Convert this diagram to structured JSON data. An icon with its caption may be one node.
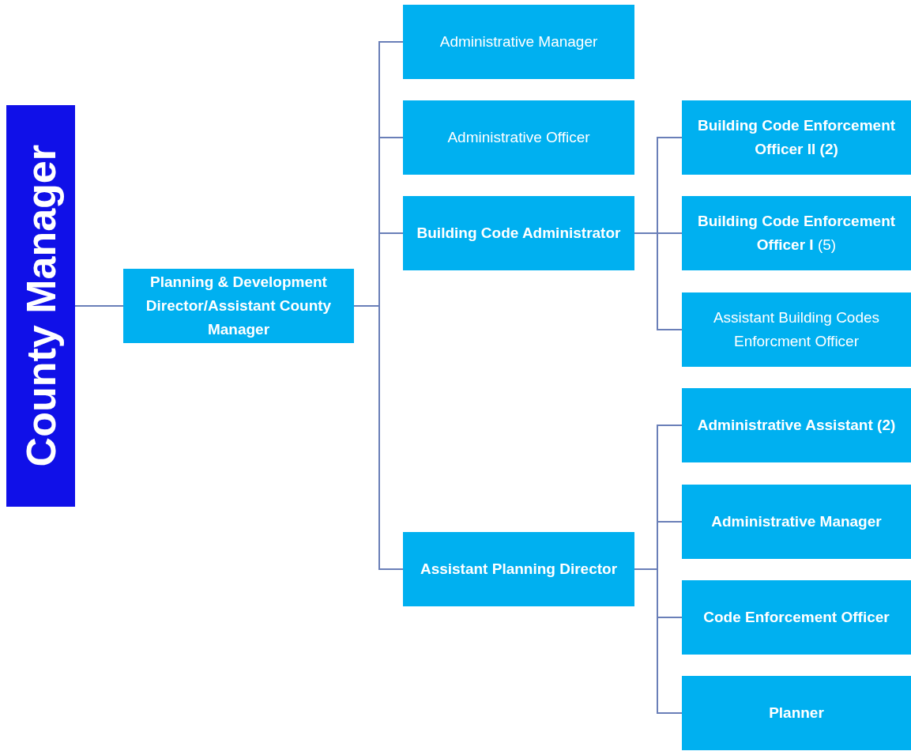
{
  "diagram": {
    "nodes": [
      {
        "text": [
          "County Manager"
        ]
      },
      {
        "text": [
          "Planning & Development Director/Assistant County Manager"
        ]
      },
      {
        "text": [
          "Administrative Manager"
        ]
      },
      {
        "text": [
          "Administrative Officer"
        ]
      },
      {
        "text": [
          "Building Code Administrator"
        ]
      },
      {
        "text": [
          "Building Code Enforcement Officer II (2)"
        ]
      },
      {
        "text": [
          "**Building Code Enforcement Officer I** (5)"
        ]
      },
      {
        "text": [
          "Assistant Building Codes Enforcment Officer"
        ]
      },
      {
        "text": [
          "Assistant Planning Director"
        ]
      },
      {
        "text": [
          "Administrative Assistant (2)"
        ]
      },
      {
        "text": [
          "Administrative Manager"
        ]
      },
      {
        "text": [
          "Code Enforcement Officer"
        ]
      },
      {
        "text": [
          "Planner"
        ]
      }
    ],
    "edges": [
      {
        "from": 0,
        "to": 1,
        "arrow": "none"
      },
      {
        "from": 1,
        "to": 2,
        "arrow": "none"
      },
      {
        "from": 1,
        "to": 3,
        "arrow": "none"
      },
      {
        "from": 1,
        "to": 4,
        "arrow": "none"
      },
      {
        "from": 1,
        "to": 8,
        "arrow": "none"
      },
      {
        "from": 4,
        "to": 5,
        "arrow": "none"
      },
      {
        "from": 4,
        "to": 6,
        "arrow": "none"
      },
      {
        "from": 4,
        "to": 7,
        "arrow": "none"
      },
      {
        "from": 8,
        "to": 9,
        "arrow": "none"
      },
      {
        "from": 8,
        "to": 10,
        "arrow": "none"
      },
      {
        "from": 8,
        "to": 11,
        "arrow": "none"
      },
      {
        "from": 8,
        "to": 12,
        "arrow": "none"
      }
    ]
  }
}
